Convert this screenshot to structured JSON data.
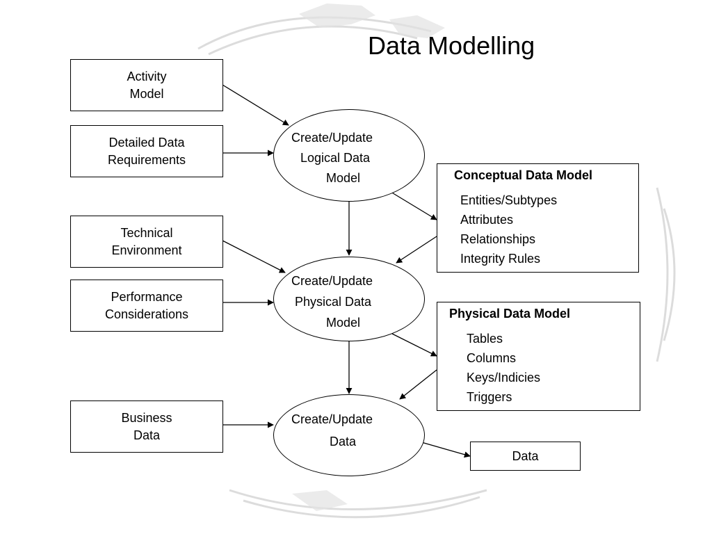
{
  "title": "Data Modelling",
  "inputs": {
    "activity_model": [
      "Activity",
      "Model"
    ],
    "detailed_data_requirements": [
      "Detailed Data",
      "Requirements"
    ],
    "technical_environment": [
      "Technical",
      "Environment"
    ],
    "performance_considerations": [
      "Performance",
      "Considerations"
    ],
    "business_data": [
      "Business",
      "Data"
    ]
  },
  "processes": {
    "logical": [
      "Create/Update",
      "Logical Data",
      "Model"
    ],
    "physical": [
      "Create/Update",
      "Physical Data",
      "Model"
    ],
    "data": [
      "Create/Update",
      "Data"
    ]
  },
  "conceptual_model": {
    "heading": "Conceptual Data Model",
    "items": [
      "Entities/Subtypes",
      "Attributes",
      "Relationships",
      "Integrity Rules"
    ]
  },
  "physical_model": {
    "heading": "Physical Data Model",
    "items": [
      "Tables",
      "Columns",
      "Keys/Indicies",
      "Triggers"
    ]
  },
  "output": {
    "data": "Data"
  }
}
